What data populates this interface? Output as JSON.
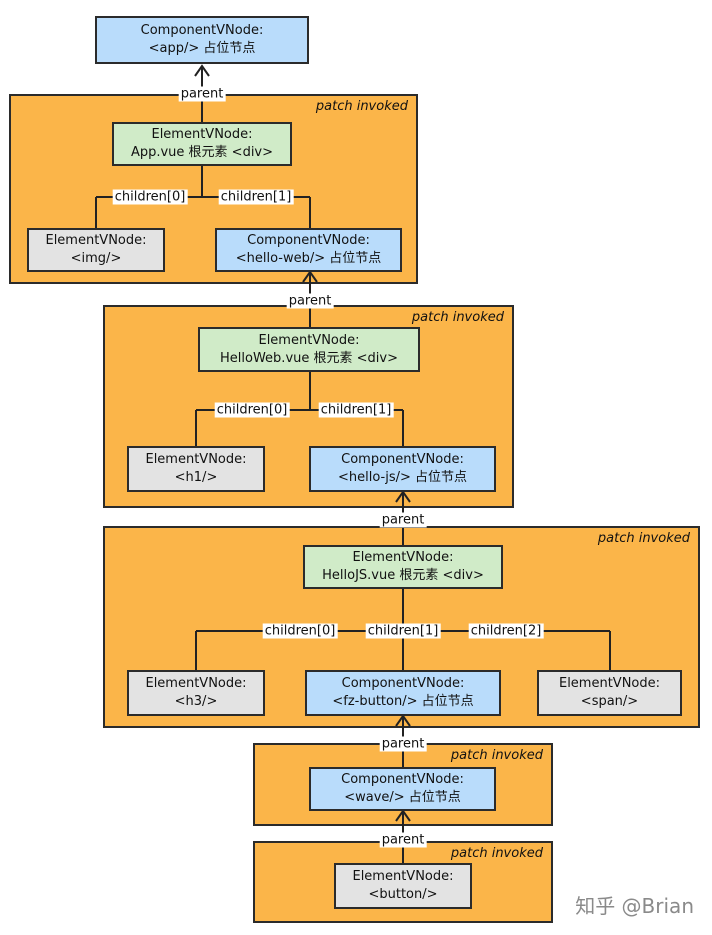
{
  "nodes": {
    "app_placeholder": {
      "type": "ComponentVNode:",
      "desc": "<app/> 占位节点"
    },
    "app_root": {
      "type": "ElementVNode:",
      "desc": "App.vue 根元素 <div>"
    },
    "img": {
      "type": "ElementVNode:",
      "desc": "<img/>"
    },
    "helloweb_placeholder": {
      "type": "ComponentVNode:",
      "desc": "<hello-web/> 占位节点"
    },
    "helloweb_root": {
      "type": "ElementVNode:",
      "desc": "HelloWeb.vue 根元素 <div>"
    },
    "h1": {
      "type": "ElementVNode:",
      "desc": "<h1/>"
    },
    "hellojs_placeholder": {
      "type": "ComponentVNode:",
      "desc": "<hello-js/> 占位节点"
    },
    "hellojs_root": {
      "type": "ElementVNode:",
      "desc": "HelloJS.vue 根元素 <div>"
    },
    "h3": {
      "type": "ElementVNode:",
      "desc": "<h3/>"
    },
    "fzbutton_placeholder": {
      "type": "ComponentVNode:",
      "desc": "<fz-button/> 占位节点"
    },
    "span": {
      "type": "ElementVNode:",
      "desc": "<span/>"
    },
    "wave_placeholder": {
      "type": "ComponentVNode:",
      "desc": "<wave/> 占位节点"
    },
    "button": {
      "type": "ElementVNode:",
      "desc": "<button/>"
    }
  },
  "labels": {
    "patch_invoked": "patch invoked",
    "parent": "parent",
    "children_0": "children[0]",
    "children_1": "children[1]",
    "children_2": "children[2]"
  },
  "watermark": "知乎 @Brian"
}
